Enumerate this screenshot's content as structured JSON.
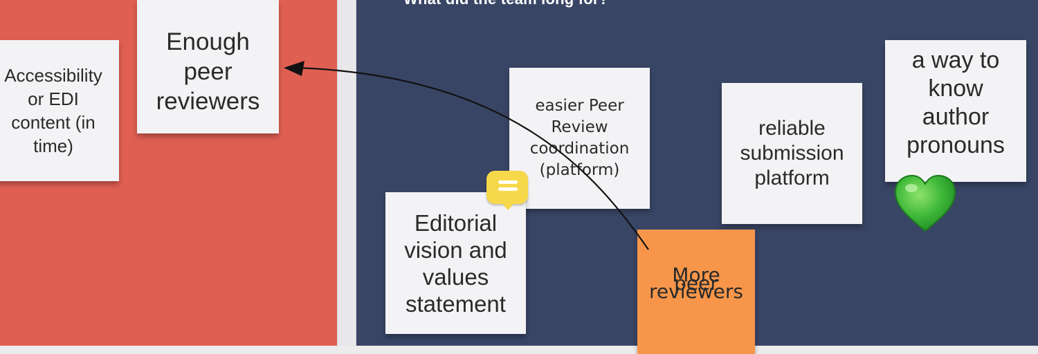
{
  "board": {
    "frame_title": "What did the team long for?",
    "colors": {
      "left_frame": "#e05f53",
      "right_frame": "#394565",
      "sticky_white": "#f3f3f5",
      "sticky_orange": "#f7964a",
      "comment_yellow": "#f7d84a"
    }
  },
  "notes": {
    "accessibility": {
      "lines": [
        "Accessibility",
        "or EDI",
        "content (in",
        "time)"
      ]
    },
    "enough_reviewers": {
      "lines": [
        "Enough",
        "peer",
        "reviewers"
      ]
    },
    "easier_peer_review": {
      "lines": [
        "easier Peer",
        "Review",
        "coordination",
        "(platform)"
      ]
    },
    "reliable_platform": {
      "lines": [
        "reliable",
        "submission",
        "platform"
      ]
    },
    "author_pronouns": {
      "lines": [
        "a way to",
        "know",
        "author",
        "pronouns"
      ]
    },
    "editorial_vision": {
      "lines": [
        "Editorial",
        "vision and",
        "values",
        "statement"
      ]
    },
    "more_reviewers": {
      "lines": [
        "More",
        "peer",
        "reviewers"
      ]
    }
  },
  "icons": {
    "comment": "comment-icon",
    "heart": "green-heart-icon",
    "connector": "connector-arrow"
  }
}
